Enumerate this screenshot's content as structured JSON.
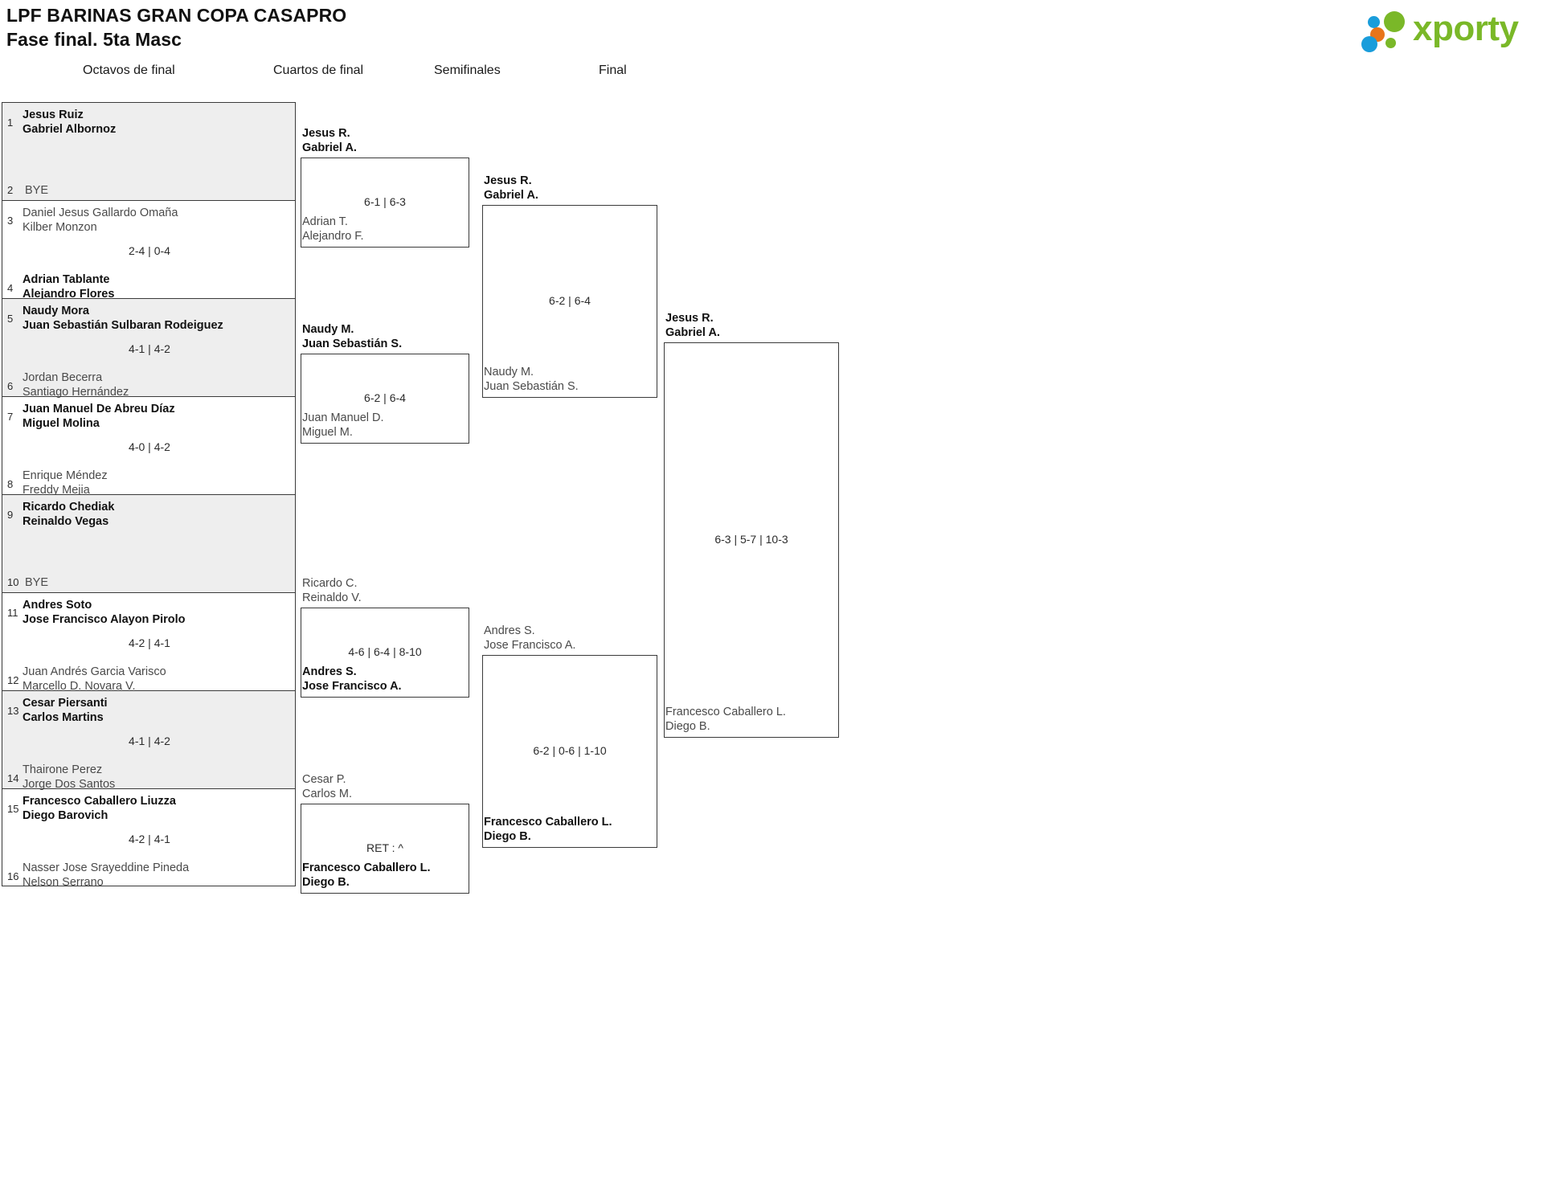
{
  "header": {
    "title_line1": "LPF BARINAS GRAN COPA CASAPRO",
    "title_line2": "Fase final. 5ta Masc",
    "logo_text": "xporty",
    "logo_colors": {
      "blue": "#1a9ddb",
      "orange": "#e8751a",
      "green": "#7ab828"
    }
  },
  "rounds": [
    {
      "label": "Octavos de final"
    },
    {
      "label": "Cuartos de final"
    },
    {
      "label": "Semifinales"
    },
    {
      "label": "Final"
    }
  ],
  "round1": {
    "matches": [
      {
        "seed_top": "1",
        "top_p1": "Jesus Ruiz",
        "top_p2": "Gabriel Albornoz",
        "seed_bot": "2",
        "bot_bye": "BYE",
        "bot_p1": "",
        "bot_p2": "",
        "score": "",
        "winner": "top",
        "shaded": true
      },
      {
        "seed_top": "3",
        "top_p1": "Daniel Jesus Gallardo Omaña",
        "top_p2": "Kilber Monzon",
        "seed_bot": "4",
        "bot_p1": "Adrian Tablante",
        "bot_p2": "Alejandro Flores",
        "score": "2-4 | 0-4",
        "winner": "bot",
        "shaded": false
      },
      {
        "seed_top": "5",
        "top_p1": "Naudy Mora",
        "top_p2": "Juan Sebastián Sulbaran Rodeiguez",
        "seed_bot": "6",
        "bot_p1": "Jordan Becerra",
        "bot_p2": "Santiago Hernández",
        "score": "4-1 | 4-2",
        "winner": "top",
        "shaded": true
      },
      {
        "seed_top": "7",
        "top_p1": "Juan Manuel De Abreu Díaz",
        "top_p2": "Miguel Molina",
        "seed_bot": "8",
        "bot_p1": "Enrique Méndez",
        "bot_p2": "Freddy Mejia",
        "score": "4-0 | 4-2",
        "winner": "top",
        "shaded": false
      },
      {
        "seed_top": "9",
        "top_p1": "Ricardo Chediak",
        "top_p2": "Reinaldo Vegas",
        "seed_bot": "10",
        "bot_bye": "BYE",
        "bot_p1": "",
        "bot_p2": "",
        "score": "",
        "winner": "top",
        "shaded": true
      },
      {
        "seed_top": "11",
        "top_p1": "Andres Soto",
        "top_p2": "Jose Francisco Alayon Pirolo",
        "seed_bot": "12",
        "bot_p1": "Juan Andrés Garcia Varisco",
        "bot_p2": "Marcello D. Novara V.",
        "score": "4-2 | 4-1",
        "winner": "top",
        "shaded": false
      },
      {
        "seed_top": "13",
        "top_p1": "Cesar Piersanti",
        "top_p2": "Carlos Martins",
        "seed_bot": "14",
        "bot_p1": "Thairone Perez",
        "bot_p2": "Jorge Dos Santos",
        "score": "4-1 | 4-2",
        "winner": "top",
        "shaded": true
      },
      {
        "seed_top": "15",
        "top_p1": "Francesco Caballero Liuzza",
        "top_p2": "Diego Barovich",
        "seed_bot": "16",
        "bot_p1": "Nasser Jose Srayeddine Pineda",
        "bot_p2": "Nelson Serrano",
        "score": "4-2 | 4-1",
        "winner": "top",
        "shaded": false
      }
    ]
  },
  "round2": {
    "matches": [
      {
        "top_p1": "Jesus R.",
        "top_p2": "Gabriel A.",
        "bot_p1": "Adrian T.",
        "bot_p2": "Alejandro F.",
        "score": "6-1 | 6-3",
        "winner": "top"
      },
      {
        "top_p1": "Naudy M.",
        "top_p2": "Juan Sebastián S.",
        "bot_p1": "Juan Manuel D.",
        "bot_p2": "Miguel M.",
        "score": "6-2 | 6-4",
        "winner": "top"
      },
      {
        "top_p1": "Ricardo C.",
        "top_p2": "Reinaldo V.",
        "bot_p1": "Andres S.",
        "bot_p2": "Jose Francisco A.",
        "score": "4-6 | 6-4 | 8-10",
        "winner": "bot"
      },
      {
        "top_p1": "Cesar P.",
        "top_p2": "Carlos M.",
        "bot_p1": "Francesco Caballero L.",
        "bot_p2": "Diego B.",
        "score": "RET : ^",
        "winner": "bot"
      }
    ]
  },
  "round3": {
    "matches": [
      {
        "top_p1": "Jesus R.",
        "top_p2": "Gabriel A.",
        "bot_p1": "Naudy M.",
        "bot_p2": "Juan Sebastián S.",
        "score": "6-2 | 6-4",
        "winner": "top"
      },
      {
        "top_p1": "Andres S.",
        "top_p2": "Jose Francisco A.",
        "bot_p1": "Francesco Caballero L.",
        "bot_p2": "Diego B.",
        "score": "6-2 | 0-6 | 1-10",
        "winner": "bot"
      }
    ]
  },
  "round4": {
    "matches": [
      {
        "top_p1": "Jesus R.",
        "top_p2": "Gabriel A.",
        "bot_p1": "Francesco Caballero L.",
        "bot_p2": "Diego B.",
        "score": "6-3 | 5-7 | 10-3",
        "winner": "top"
      }
    ]
  }
}
